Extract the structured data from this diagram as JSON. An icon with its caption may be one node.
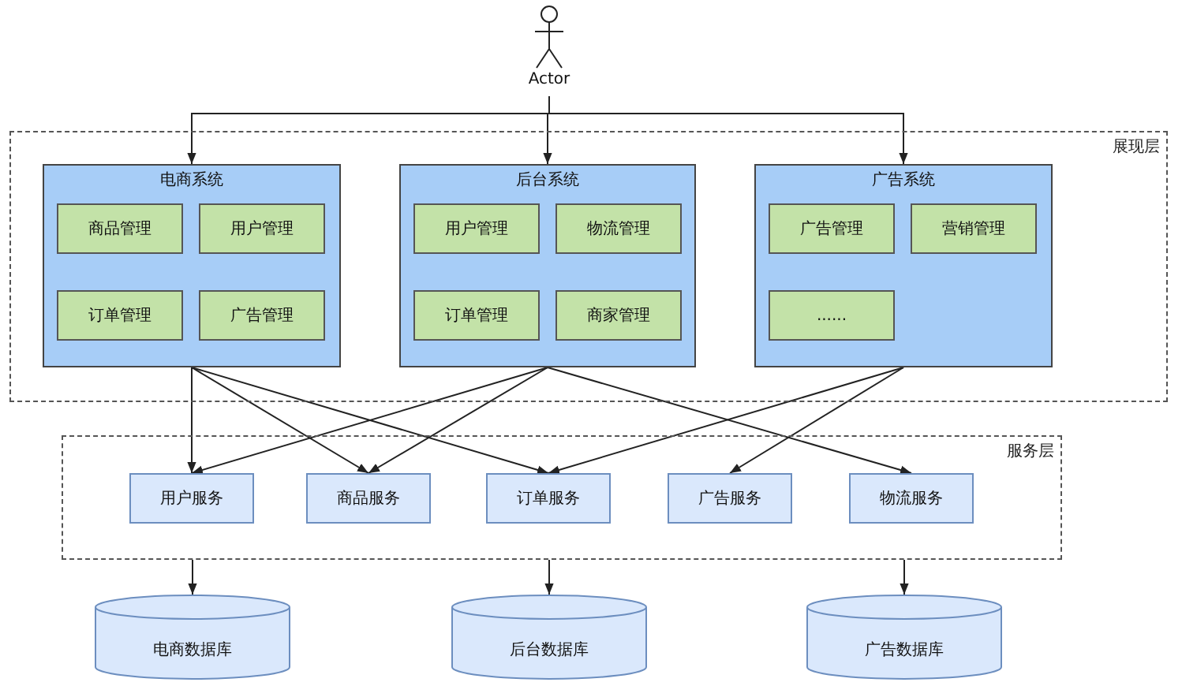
{
  "diagram": {
    "nodes": [
      {
        "text": [
          "Actor"
        ]
      },
      {
        "text": [
          "展现层"
        ]
      },
      {
        "text": [
          "电商系统"
        ],
        "in": 1
      },
      {
        "text": [
          "商品管理"
        ],
        "in": 2
      },
      {
        "text": [
          "用户管理"
        ],
        "in": 2
      },
      {
        "text": [
          "订单管理"
        ],
        "in": 2
      },
      {
        "text": [
          "广告管理"
        ],
        "in": 2
      },
      {
        "text": [
          "后台系统"
        ],
        "in": 1
      },
      {
        "text": [
          "用户管理"
        ],
        "in": 7
      },
      {
        "text": [
          "物流管理"
        ],
        "in": 7
      },
      {
        "text": [
          "订单管理"
        ],
        "in": 7
      },
      {
        "text": [
          "商家管理"
        ],
        "in": 7
      },
      {
        "text": [
          "广告系统"
        ],
        "in": 1
      },
      {
        "text": [
          "广告管理"
        ],
        "in": 12
      },
      {
        "text": [
          "营销管理"
        ],
        "in": 12
      },
      {
        "text": [
          "......"
        ],
        "in": 12
      },
      {
        "text": [
          "服务层"
        ]
      },
      {
        "text": [
          "用户服务"
        ],
        "in": 16
      },
      {
        "text": [
          "商品服务"
        ],
        "in": 16
      },
      {
        "text": [
          "订单服务"
        ],
        "in": 16
      },
      {
        "text": [
          "广告服务"
        ],
        "in": 16
      },
      {
        "text": [
          "物流服务"
        ],
        "in": 16
      },
      {
        "text": [
          "电商数据库"
        ]
      },
      {
        "text": [
          "后台数据库"
        ]
      },
      {
        "text": [
          "广告数据库"
        ]
      }
    ],
    "edges": [
      {
        "from": 0,
        "to": 2,
        "arrow": "to"
      },
      {
        "from": 0,
        "to": 7,
        "arrow": "to"
      },
      {
        "from": 0,
        "to": 12,
        "arrow": "to"
      },
      {
        "from": 2,
        "to": 17,
        "arrow": "to"
      },
      {
        "from": 2,
        "to": 18,
        "arrow": "to"
      },
      {
        "from": 2,
        "to": 19,
        "arrow": "to"
      },
      {
        "from": 7,
        "to": 17,
        "arrow": "to"
      },
      {
        "from": 7,
        "to": 18,
        "arrow": "to"
      },
      {
        "from": 7,
        "to": 21,
        "arrow": "to"
      },
      {
        "from": 12,
        "to": 19,
        "arrow": "to"
      },
      {
        "from": 12,
        "to": 20,
        "arrow": "to"
      },
      {
        "from": 16,
        "to": 22,
        "arrow": "to"
      },
      {
        "from": 16,
        "to": 23,
        "arrow": "to"
      },
      {
        "from": 16,
        "to": 24,
        "arrow": "to"
      }
    ]
  }
}
